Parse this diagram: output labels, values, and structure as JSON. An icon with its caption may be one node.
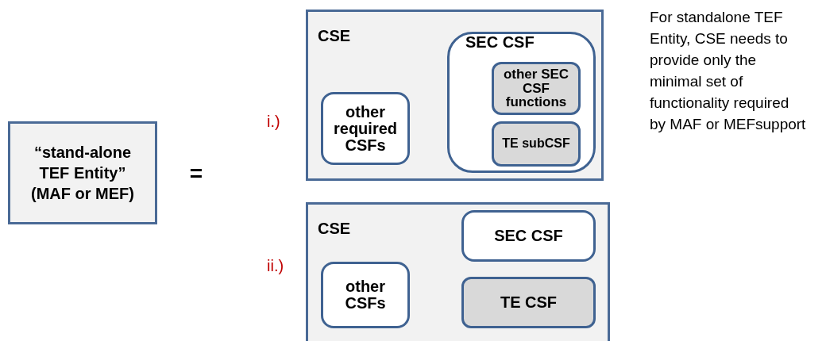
{
  "diagram": {
    "nodes": [
      {
        "text": [
          "“stand-alone TEF Entity” (MAF or MEF)"
        ]
      },
      {
        "text": [
          "CSE"
        ]
      },
      {
        "text": [
          "other required CSFs"
        ],
        "in": 1
      },
      {
        "text": [
          "SEC CSF"
        ],
        "in": 1
      },
      {
        "text": [
          "other SEC CSF functions"
        ],
        "in": 3
      },
      {
        "text": [
          "TE subCSF"
        ],
        "in": 3
      },
      {
        "text": [
          "CSE"
        ]
      },
      {
        "text": [
          "other CSFs"
        ],
        "in": 6
      },
      {
        "text": [
          "SEC CSF"
        ],
        "in": 6
      },
      {
        "text": [
          "TE CSF"
        ],
        "in": 6
      }
    ],
    "edges": [],
    "labels": [
      "=",
      "i.)",
      "ii.)",
      "For standalone TEF Entity, CSE needs to provide only the minimal set of functionality required by MAF or MEFsupport"
    ]
  }
}
